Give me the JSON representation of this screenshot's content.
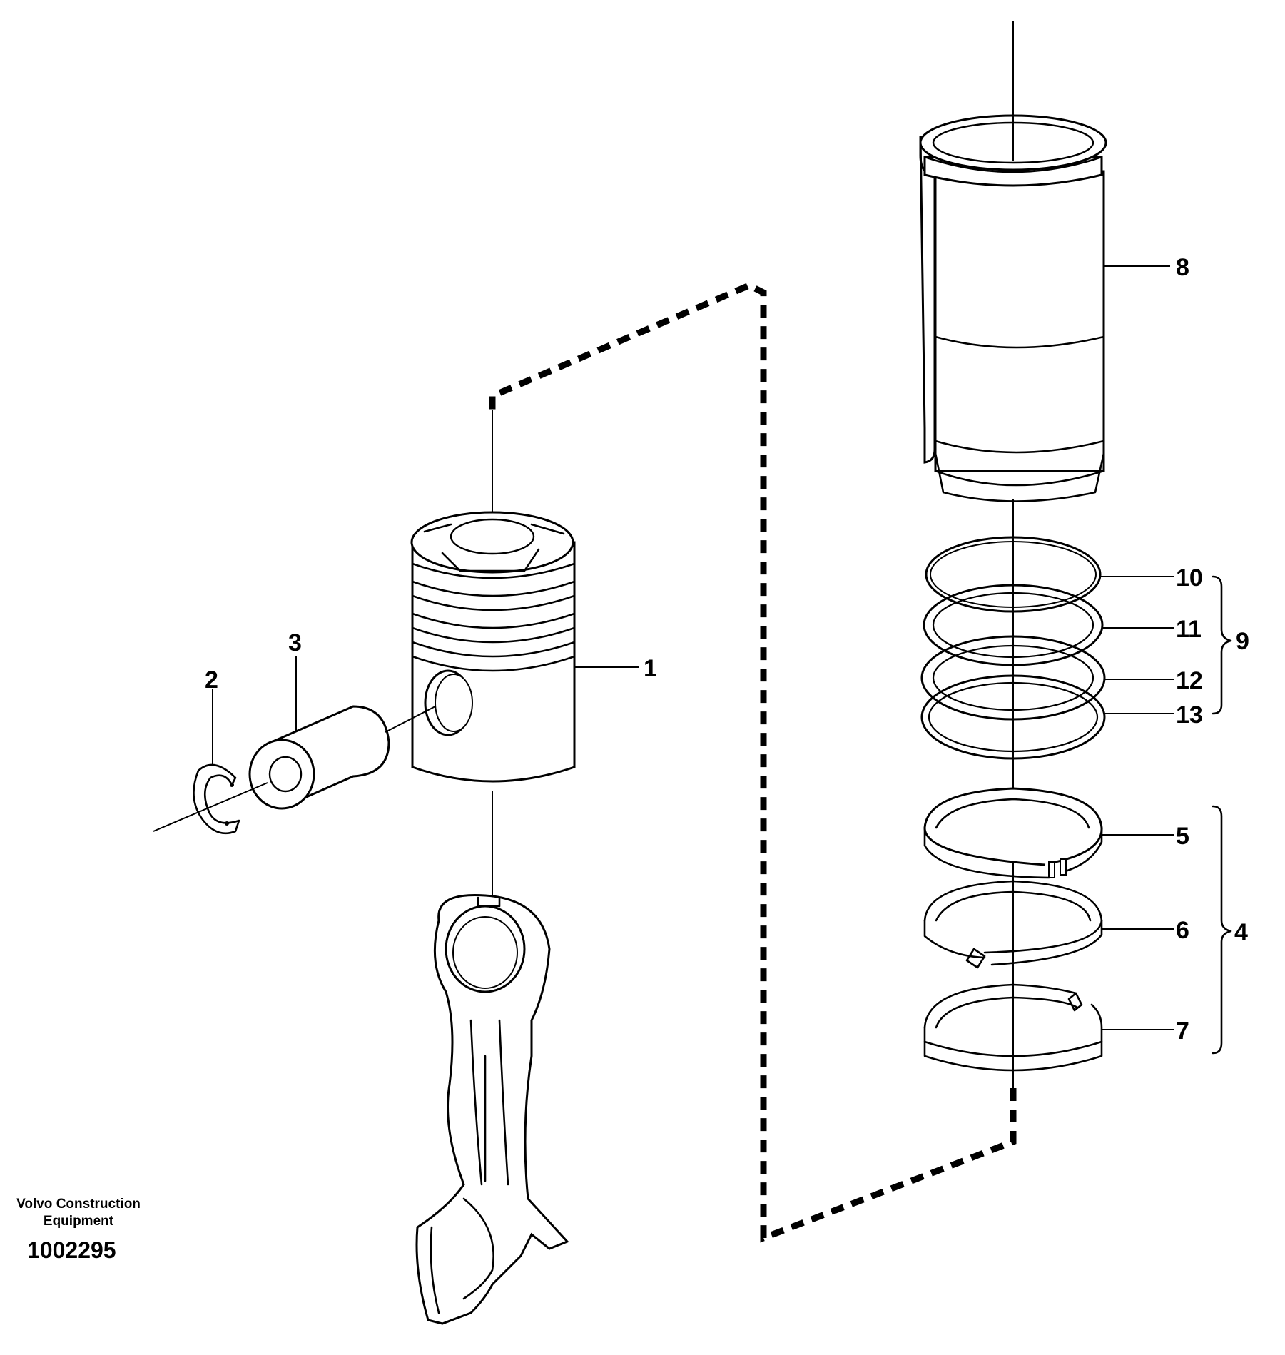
{
  "publisher": {
    "line1": "Volvo Construction",
    "line2": "Equipment"
  },
  "document_number": "1002295",
  "callouts": {
    "c1": "1",
    "c2": "2",
    "c3": "3",
    "c4": "4",
    "c5": "5",
    "c6": "6",
    "c7": "7",
    "c8": "8",
    "c9": "9",
    "c10": "10",
    "c11": "11",
    "c12": "12",
    "c13": "13"
  }
}
